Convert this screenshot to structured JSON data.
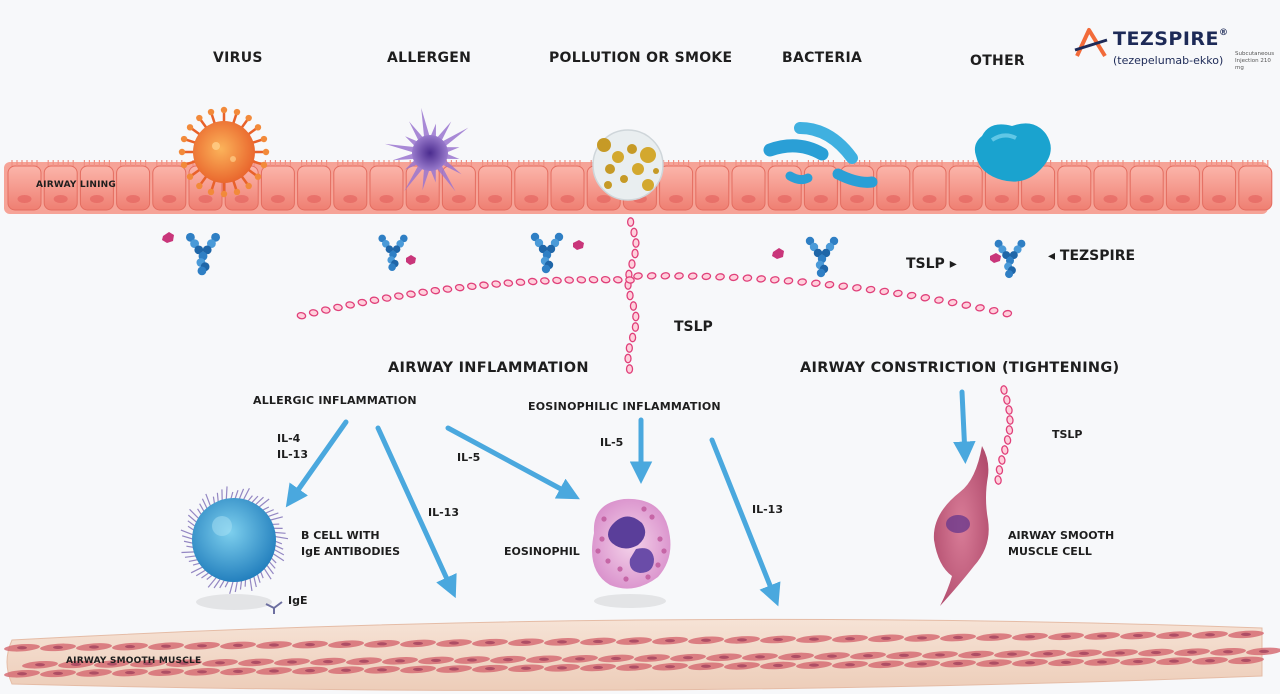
{
  "triggers": [
    "VIRUS",
    "ALLERGEN",
    "POLLUTION OR SMOKE",
    "BACTERIA",
    "OTHER"
  ],
  "brand": {
    "name": "TEZSPIRE",
    "registered": "®",
    "generic": "(tezepelumab-ekko)",
    "formulation": "Subcutaneous Injection 210 mg",
    "colors": {
      "logo_orange": "#f26b3a",
      "logo_navy": "#1d2a57"
    }
  },
  "labels": {
    "airway_lining": "AIRWAY LINING",
    "tslp_pointer": "TSLP ▸",
    "tezspire_pointer": "◂ TEZSPIRE",
    "tslp_center": "TSLP",
    "airway_inflammation": "AIRWAY INFLAMMATION",
    "airway_constriction": "AIRWAY CONSTRICTION (TIGHTENING)",
    "allergic_inflammation": "ALLERGIC INFLAMMATION",
    "eosinophilic_inflammation": "EOSINOPHILIC INFLAMMATION",
    "il4": "IL-4",
    "il13_a": "IL-13",
    "il5_a": "IL-5",
    "il5_b": "IL-5",
    "il13_b": "IL-13",
    "il13_c": "IL-13",
    "tslp_right": "TSLP",
    "b_cell_1": "B CELL WITH",
    "b_cell_2": "IgE ANTIBODIES",
    "eosinophil": "EOSINOPHIL",
    "ige": "IgE",
    "asm_cell_1": "AIRWAY SMOOTH",
    "asm_cell_2": "MUSCLE CELL",
    "airway_smooth_muscle": "AIRWAY SMOOTH MUSCLE"
  },
  "colors": {
    "epithelium": "#f28a7e",
    "tslp_beads": "#e0407a",
    "arrow": "#4aa8de",
    "antibody": "#2f7fc4",
    "muscle_band": "#f3d9c8"
  }
}
